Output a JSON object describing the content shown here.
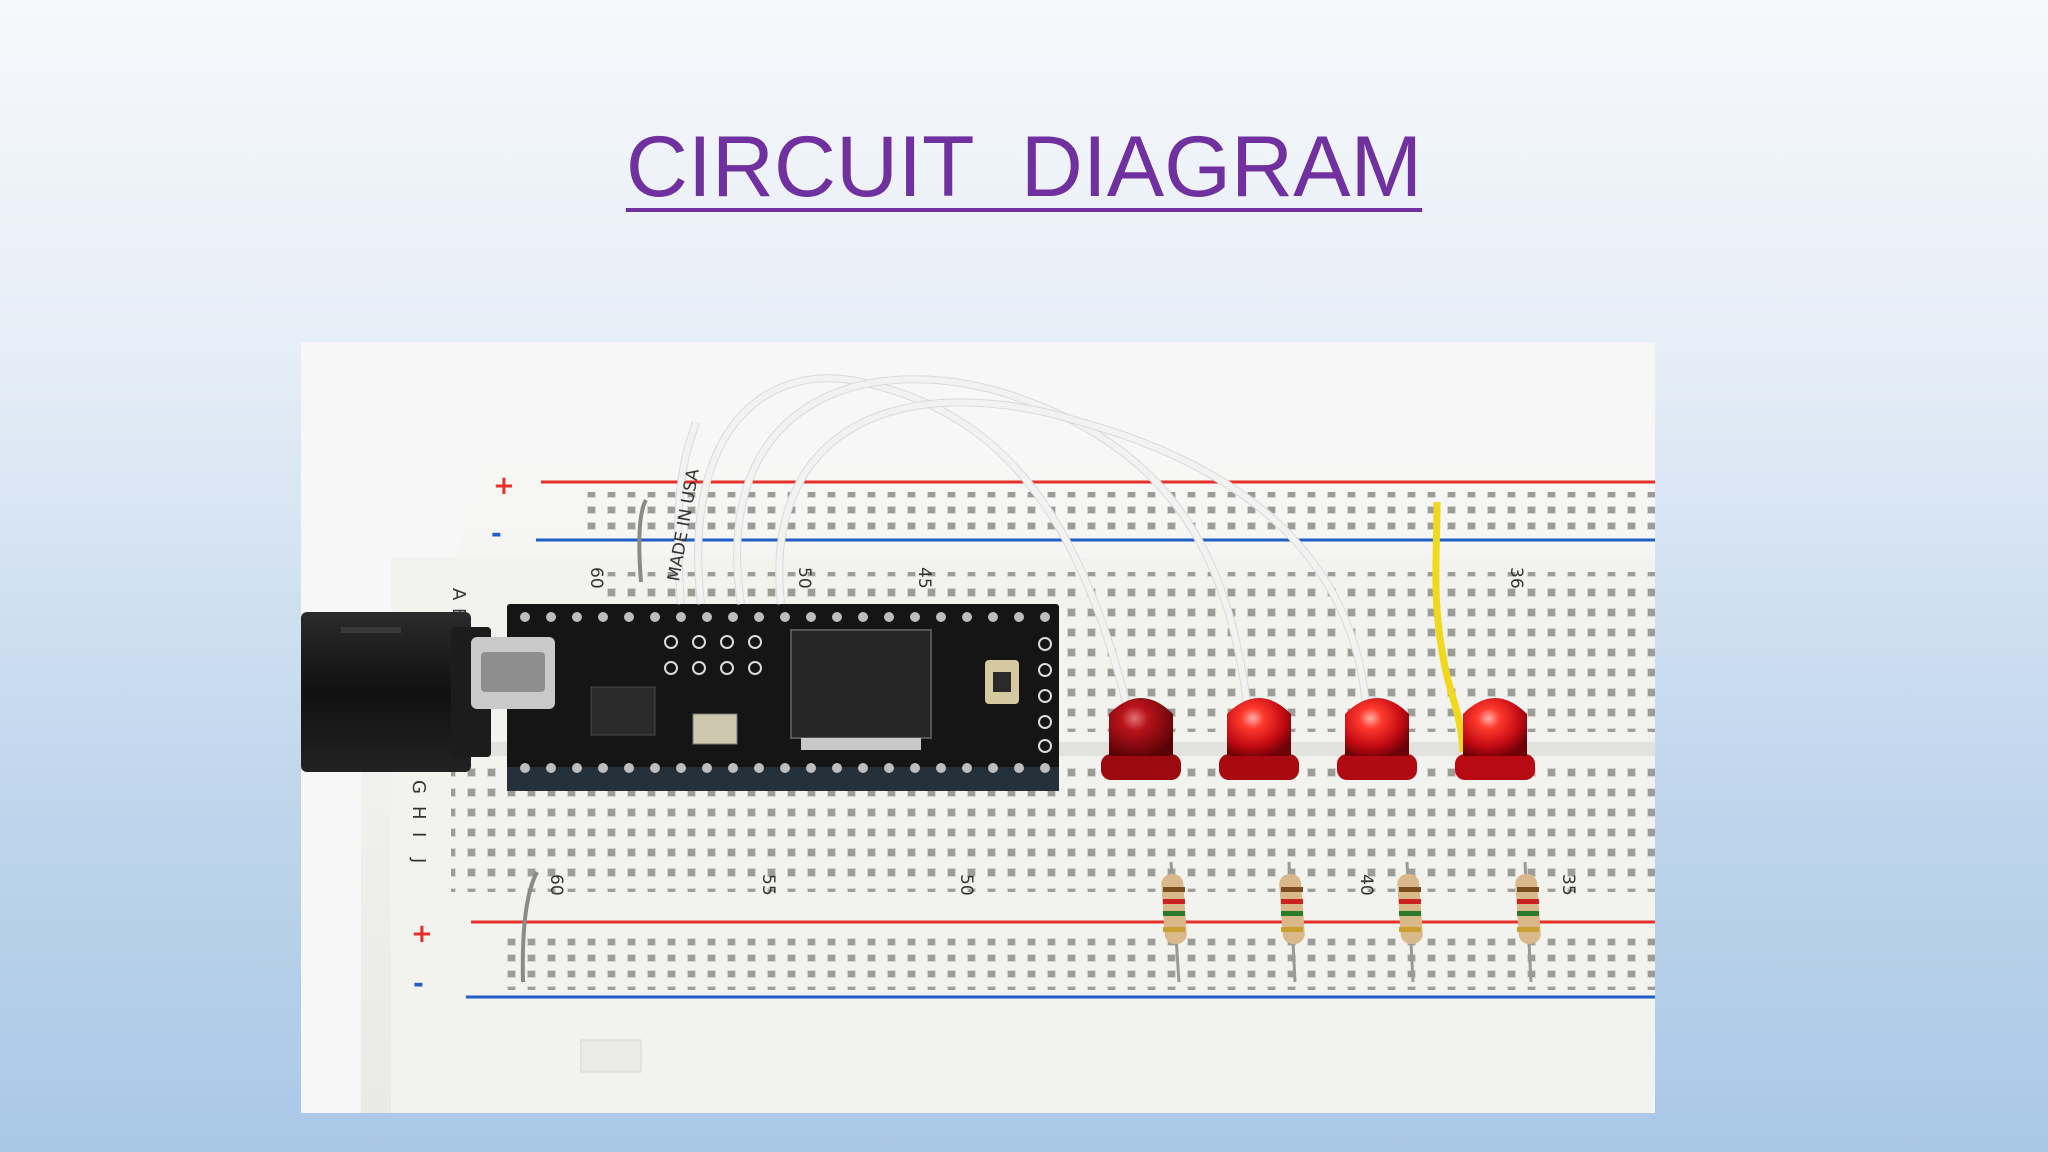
{
  "slide": {
    "title": "CIRCUIT  DIAGRAM"
  },
  "photo": {
    "subject": "breadboard-circuit-photo",
    "rail_signs": {
      "plus": "+",
      "minus": "-"
    },
    "row_letters_top": [
      "A",
      "B"
    ],
    "row_letters_bottom": [
      "G",
      "H",
      "I",
      "J"
    ],
    "column_numbers_top": [
      "60",
      "50",
      "45",
      "36"
    ],
    "column_numbers_bottom": [
      "60",
      "55",
      "50",
      "40",
      "35"
    ],
    "wire_text": "MADE IN USA",
    "led_count": 4,
    "resistor_count": 4,
    "colors": {
      "title": "#7030a0",
      "led_red": "#e0141c",
      "rail_red": "#e8302a",
      "rail_blue": "#1f5ec8",
      "wire_white": "#f2f2f2",
      "wire_yellow": "#f0d81a",
      "board": "#f4f4f2",
      "pcb": "#151515"
    }
  }
}
